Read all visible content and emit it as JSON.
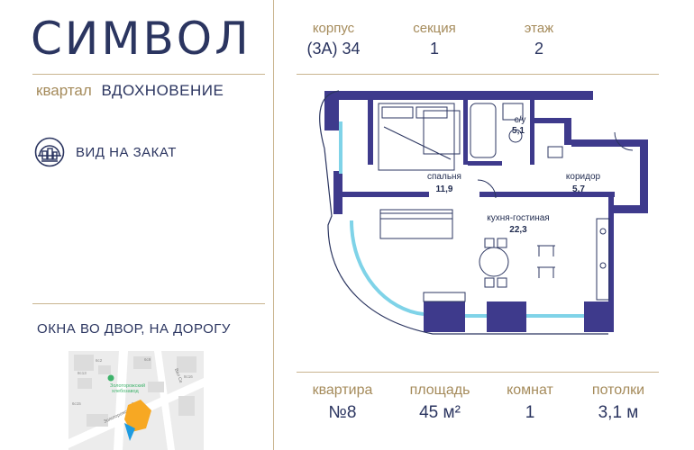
{
  "brand": {
    "logo": "СИМВОЛ"
  },
  "district": {
    "label": "квартал",
    "value": "ВДОХНОВЕНИЕ"
  },
  "view": {
    "icon": "sunset-view-icon",
    "text": "ВИД НА ЗАКАТ"
  },
  "windows": {
    "text": "ОКНА ВО ДВОР, НА ДОРОГУ"
  },
  "map": {
    "label_1": "Золоторожский",
    "label_2": "хлебозавод",
    "street": "Золоторожский Вал",
    "street_2": "Вал Се",
    "houses": [
      "6с2",
      "6с9",
      "8с13",
      "8с16",
      "6с15",
      "8с10"
    ],
    "accent_color": "#f7a823",
    "view_color": "#1e9be0"
  },
  "top_stats": {
    "building": {
      "label": "корпус",
      "value": "(3А) 34"
    },
    "section": {
      "label": "секция",
      "value": "1"
    },
    "floor": {
      "label": "этаж",
      "value": "2"
    }
  },
  "bottom_stats": {
    "apartment": {
      "label": "квартира",
      "value": "№8"
    },
    "area": {
      "label": "площадь",
      "value": "45 м²"
    },
    "rooms": {
      "label": "комнат",
      "value": "1"
    },
    "ceilings": {
      "label": "потолки",
      "value": "3,1 м"
    }
  },
  "plan": {
    "rooms": [
      {
        "name": "с/у",
        "area": "5,1"
      },
      {
        "name": "спальня",
        "area": "11,9"
      },
      {
        "name": "коридор",
        "area": "5,7"
      },
      {
        "name": "кухня-гостиная",
        "area": "22,3"
      }
    ],
    "wall_color": "#3e3a8c",
    "glass_color": "#7fd3e8"
  },
  "colors": {
    "navy": "#2b3560",
    "gold": "#a58b5b",
    "rule": "#c9b48f"
  }
}
